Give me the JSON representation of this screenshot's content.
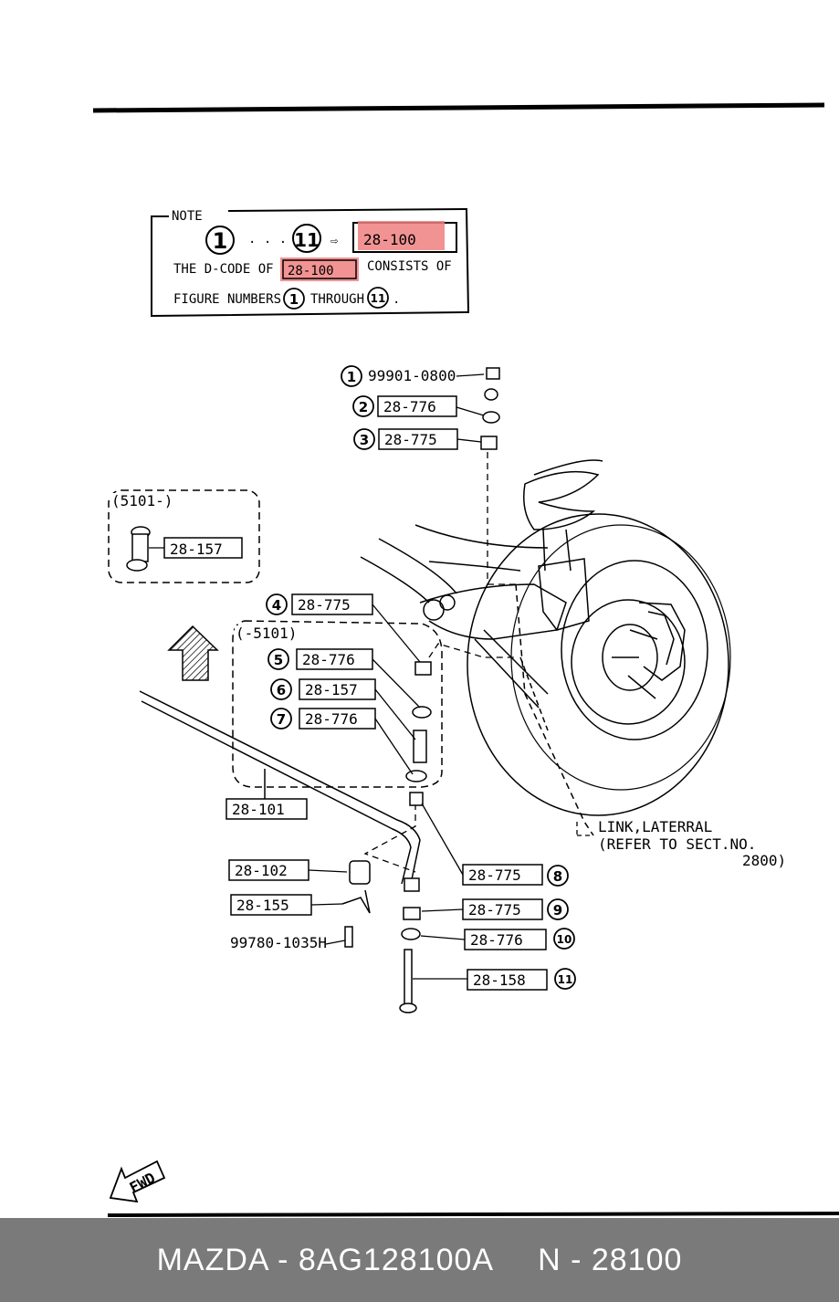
{
  "note": {
    "title": "NOTE",
    "range_start": "1",
    "range_end": "11",
    "code": "28-100",
    "line1_pre": "THE D-CODE OF",
    "line1_code": "28-100",
    "line1_post": "CONSISTS OF",
    "line2_pre": "FIGURE NUMBERS",
    "line2_start": "1",
    "line2_mid": "THROUGH",
    "line2_end": "11",
    "line2_post": "."
  },
  "parts": [
    {
      "num": "1",
      "code": "99901-0800"
    },
    {
      "num": "2",
      "code": "28-776"
    },
    {
      "num": "3",
      "code": "28-775"
    },
    {
      "num": "4",
      "code": "28-775"
    },
    {
      "num": "5",
      "code": "28-776"
    },
    {
      "num": "6",
      "code": "28-157"
    },
    {
      "num": "7",
      "code": "28-776"
    },
    {
      "num": "8",
      "code": "28-775"
    },
    {
      "num": "9",
      "code": "28-775"
    },
    {
      "num": "10",
      "code": "28-776"
    },
    {
      "num": "11",
      "code": "28-158"
    }
  ],
  "inset_a": {
    "range": "(5101-)",
    "code": "28-157"
  },
  "inset_b": {
    "range": "(-5101)"
  },
  "misc": {
    "stabilizer": "28-101",
    "bushing": "28-102",
    "bracket": "28-155",
    "bolt": "99780-1035H"
  },
  "reference": {
    "line1": "LINK,LATERRAL",
    "line2": "(REFER TO SECT.NO.",
    "line3": "2800)"
  },
  "fwd_label": "FWD",
  "highlight_color": "#f08080",
  "footer": {
    "left": "MAZDA - 8AG128100A",
    "right": "N - 28100",
    "background": "#7a7a7a"
  }
}
